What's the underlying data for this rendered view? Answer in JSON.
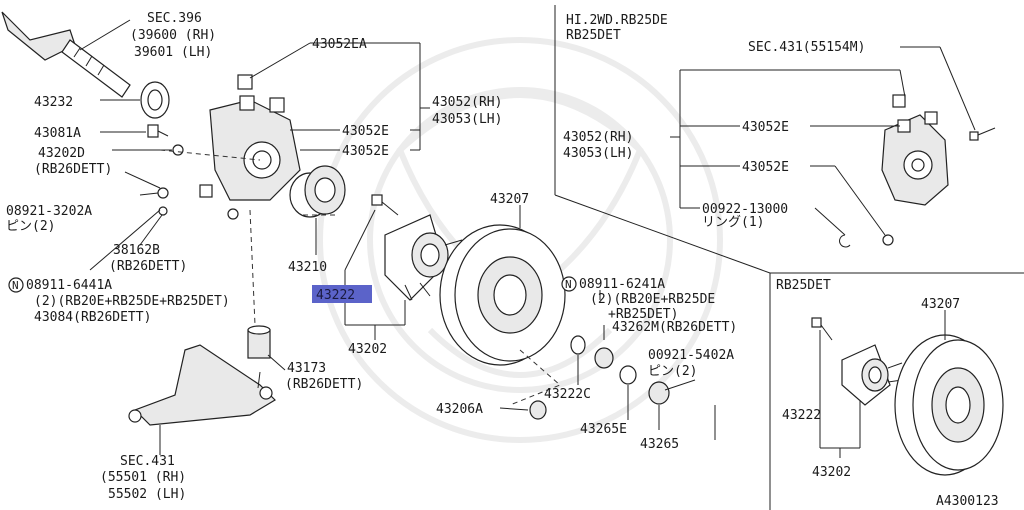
{
  "main": {
    "sec396": "SEC.396",
    "rh39600": "(39600 (RH)",
    "lh39601": "39601 (LH)",
    "p43232": "43232",
    "p43081A": "43081A",
    "p43202D": "43202D",
    "rb26_1": "(RB26DETT)",
    "p08921": "08921-3202A",
    "pin2": "ピン(2)",
    "p38162B": "38162B",
    "rb26_2": "(RB26DETT)",
    "n_mark": "N",
    "p08911_6441A": "08911-6441A",
    "qty_rb20": "(2)(RB20E+RB25DE+RB25DET)",
    "p43084": "43084(RB26DETT)",
    "p43052EA": "43052EA",
    "p43052rh": "43052(RH)",
    "p43053lh": "43053(LH)",
    "p43052E_1": "43052E",
    "p43052E_2": "43052E",
    "p43210": "43210",
    "p43222_hl": "43222",
    "p43202": "43202",
    "p43207": "43207",
    "p43173": "43173",
    "rb26_3": "(RB26DETT)",
    "sec431": "SEC.431",
    "rh55501": "(55501 (RH)",
    "lh55502": "55502 (LH)",
    "n_mark2": "N",
    "p08911_6241A": "08911-6241A",
    "qty2_a": "(2)(RB20E+RB25DE",
    "qty2_b": "+RB25DET)",
    "p43262M": "43262M(RB26DETT)",
    "p00921": "00921-5402A",
    "pin2b": "ピン(2)",
    "p43222C": "43222C",
    "p43206A": "43206A",
    "p43265E": "43265E",
    "p43265": "43265"
  },
  "inset_top": {
    "title1": "HI.2WD.RB25DE",
    "title2": "RB25DET",
    "sec431": "SEC.431(55154M)",
    "p43052E_1": "43052E",
    "p43052rh": "43052(RH)",
    "p43053lh": "43053(LH)",
    "p43052E_2": "43052E",
    "p00922": "00922-13000",
    "ring": "リング(1)"
  },
  "inset_bottom": {
    "title": "RB25DET",
    "p43207": "43207",
    "p43222": "43222",
    "p43202": "43202"
  },
  "footer": {
    "code": "A4300123"
  },
  "colors": {
    "highlight": "#5b63c9",
    "line": "#222222",
    "watermark": "#ececec"
  }
}
